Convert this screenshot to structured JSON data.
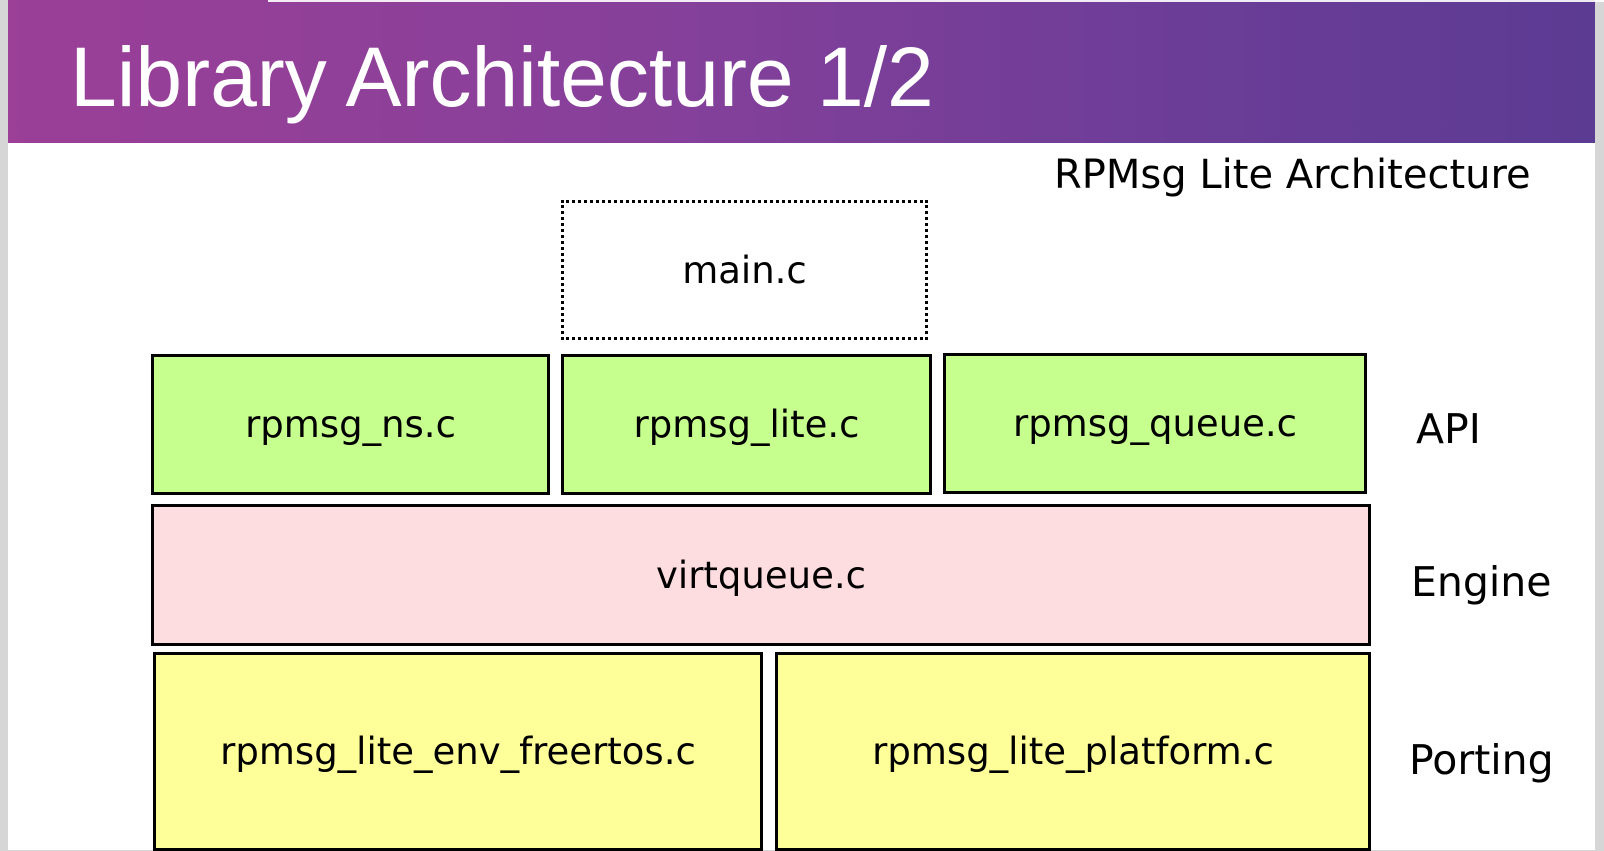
{
  "slide": {
    "title": "Library Architecture 1/2",
    "diagram_title": "RPMsg Lite Architecture"
  },
  "diagram": {
    "app": {
      "label": "main.c"
    },
    "api_modules": [
      {
        "label": "rpmsg_ns.c"
      },
      {
        "label": "rpmsg_lite.c"
      },
      {
        "label": "rpmsg_queue.c"
      }
    ],
    "engine_modules": [
      {
        "label": "virtqueue.c"
      }
    ],
    "porting_modules": [
      {
        "label": "rpmsg_lite_env_freertos.c"
      },
      {
        "label": "rpmsg_lite_platform.c"
      }
    ],
    "layers": {
      "api": "API",
      "engine": "Engine",
      "porting": "Porting"
    }
  },
  "colors": {
    "header_gradient_start": "#9b3f97",
    "header_gradient_end": "#5c3b93",
    "api_fill": "#c6ff8e",
    "engine_fill": "#fedde0",
    "porting_fill": "#ffff99"
  }
}
